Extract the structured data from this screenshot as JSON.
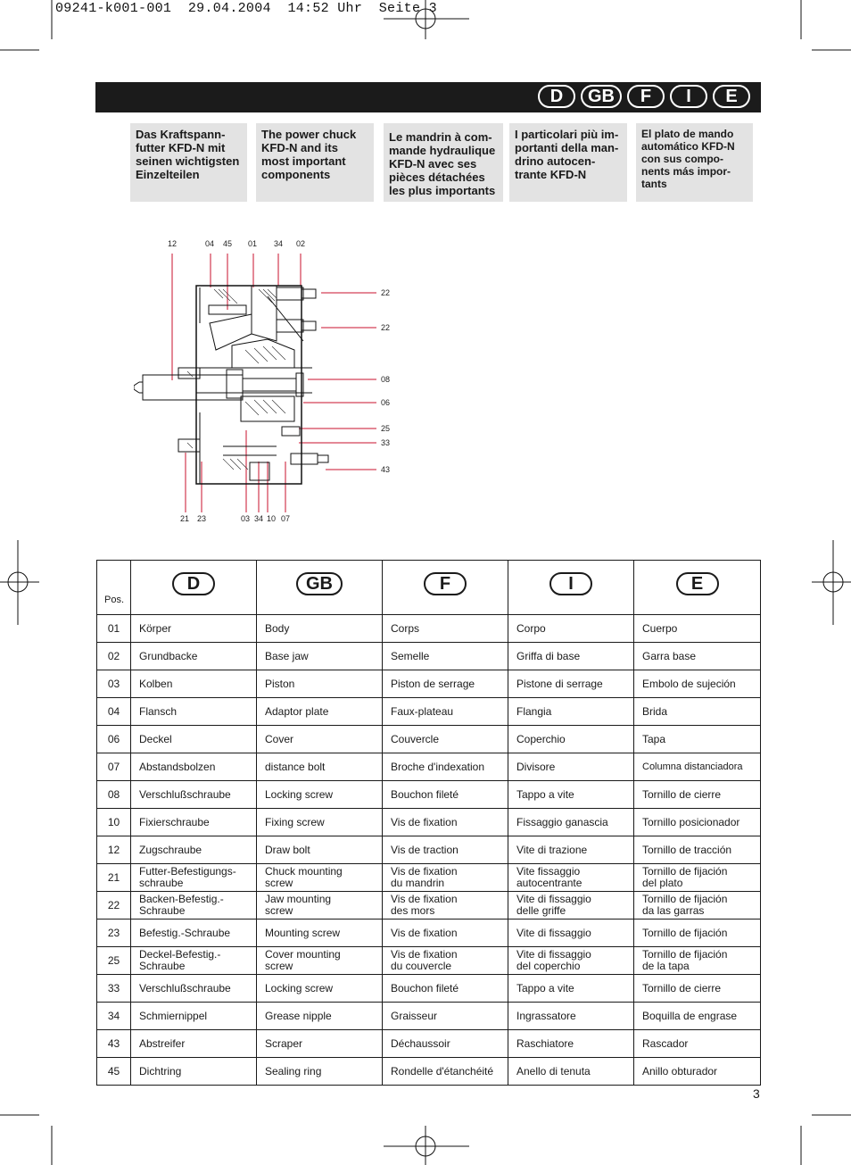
{
  "print_header": "09241-k001-001  29.04.2004  14:52 Uhr  Seite 3",
  "languages": [
    "D",
    "GB",
    "F",
    "I",
    "E"
  ],
  "intro": [
    "Das Kraftspann-\nfutter KFD-N mit\nseinen wichtigsten\nEinzelteilen",
    "The power chuck\nKFD-N and its\nmost important\ncomponents",
    "Le mandrin à com-\nmande hydraulique\nKFD-N avec ses\npièces détachées\nles plus importants",
    "I particolari più im-\nportanti della man-\ndrino autocen-\ntrante KFD-N",
    "El plato de mando\nautomático KFD-N\ncon sus compo-\nnents más impor-\ntants"
  ],
  "figure": {
    "top_labels": [
      "12",
      "04",
      "45",
      "01",
      "34",
      "02"
    ],
    "right_labels": [
      "22",
      "22",
      "08",
      "06",
      "25",
      "33",
      "43"
    ],
    "bottom_labels": [
      "21",
      "23",
      "03",
      "34",
      "10",
      "07"
    ]
  },
  "table": {
    "pos_header": "Pos.",
    "rows": [
      {
        "pos": "01",
        "d": "Körper",
        "gb": "Body",
        "f": "Corps",
        "i": "Corpo",
        "e": "Cuerpo"
      },
      {
        "pos": "02",
        "d": "Grundbacke",
        "gb": "Base jaw",
        "f": "Semelle",
        "i": "Griffa di base",
        "e": "Garra base"
      },
      {
        "pos": "03",
        "d": "Kolben",
        "gb": "Piston",
        "f": "Piston de serrage",
        "i": "Pistone di serrage",
        "e": "Embolo de sujeción"
      },
      {
        "pos": "04",
        "d": "Flansch",
        "gb": "Adaptor plate",
        "f": "Faux-plateau",
        "i": "Flangia",
        "e": "Brida"
      },
      {
        "pos": "06",
        "d": "Deckel",
        "gb": "Cover",
        "f": "Couvercle",
        "i": "Coperchio",
        "e": "Tapa"
      },
      {
        "pos": "07",
        "d": "Abstandsbolzen",
        "gb": "distance bolt",
        "f": "Broche d'indexation",
        "i": "Divisore",
        "e": "Columna distanciadora"
      },
      {
        "pos": "08",
        "d": "Verschlußschraube",
        "gb": "Locking screw",
        "f": "Bouchon fileté",
        "i": "Tappo a vite",
        "e": "Tornillo de cierre"
      },
      {
        "pos": "10",
        "d": "Fixierschraube",
        "gb": "Fixing screw",
        "f": "Vis de fixation",
        "i": "Fissaggio ganascia",
        "e": "Tornillo posicionador"
      },
      {
        "pos": "12",
        "d": "Zugschraube",
        "gb": "Draw bolt",
        "f": "Vis de traction",
        "i": "Vite di trazione",
        "e": "Tornillo de tracción"
      },
      {
        "pos": "21",
        "d": "Futter-Befestigungs-\nschraube",
        "gb": "Chuck mounting\nscrew",
        "f": "Vis de fixation\ndu mandrin",
        "i": "Vite fissaggio\nautocentrante",
        "e": "Tornillo de fijación\ndel plato"
      },
      {
        "pos": "22",
        "d": "Backen-Befestig.-\nSchraube",
        "gb": "Jaw mounting\nscrew",
        "f": "Vis de fixation\ndes mors",
        "i": "Vite di fissaggio\ndelle griffe",
        "e": "Tornillo de fijación\nda las garras"
      },
      {
        "pos": "23",
        "d": "Befestig.-Schraube",
        "gb": "Mounting screw",
        "f": "Vis de fixation",
        "i": "Vite di fissaggio",
        "e": "Tornillo de fijación"
      },
      {
        "pos": "25",
        "d": "Deckel-Befestig.-\nSchraube",
        "gb": "Cover mounting\nscrew",
        "f": "Vis de fixation\ndu couvercle",
        "i": "Vite di fissaggio\ndel  coperchio",
        "e": "Tornillo de fijación\nde la tapa"
      },
      {
        "pos": "33",
        "d": "Verschlußschraube",
        "gb": "Locking screw",
        "f": "Bouchon fileté",
        "i": "Tappo a vite",
        "e": "Tornillo de cierre"
      },
      {
        "pos": "34",
        "d": "Schmiernippel",
        "gb": "Grease nipple",
        "f": "Graisseur",
        "i": "Ingrassatore",
        "e": "Boquilla de engrase"
      },
      {
        "pos": "43",
        "d": "Abstreifer",
        "gb": "Scraper",
        "f": "Déchaussoir",
        "i": "Raschiatore",
        "e": "Rascador"
      },
      {
        "pos": "45",
        "d": "Dichtring",
        "gb": "Sealing ring",
        "f": "Rondelle d'étanchéité",
        "i": "Anello di tenuta",
        "e": "Anillo obturador"
      }
    ]
  },
  "page_number": "3"
}
